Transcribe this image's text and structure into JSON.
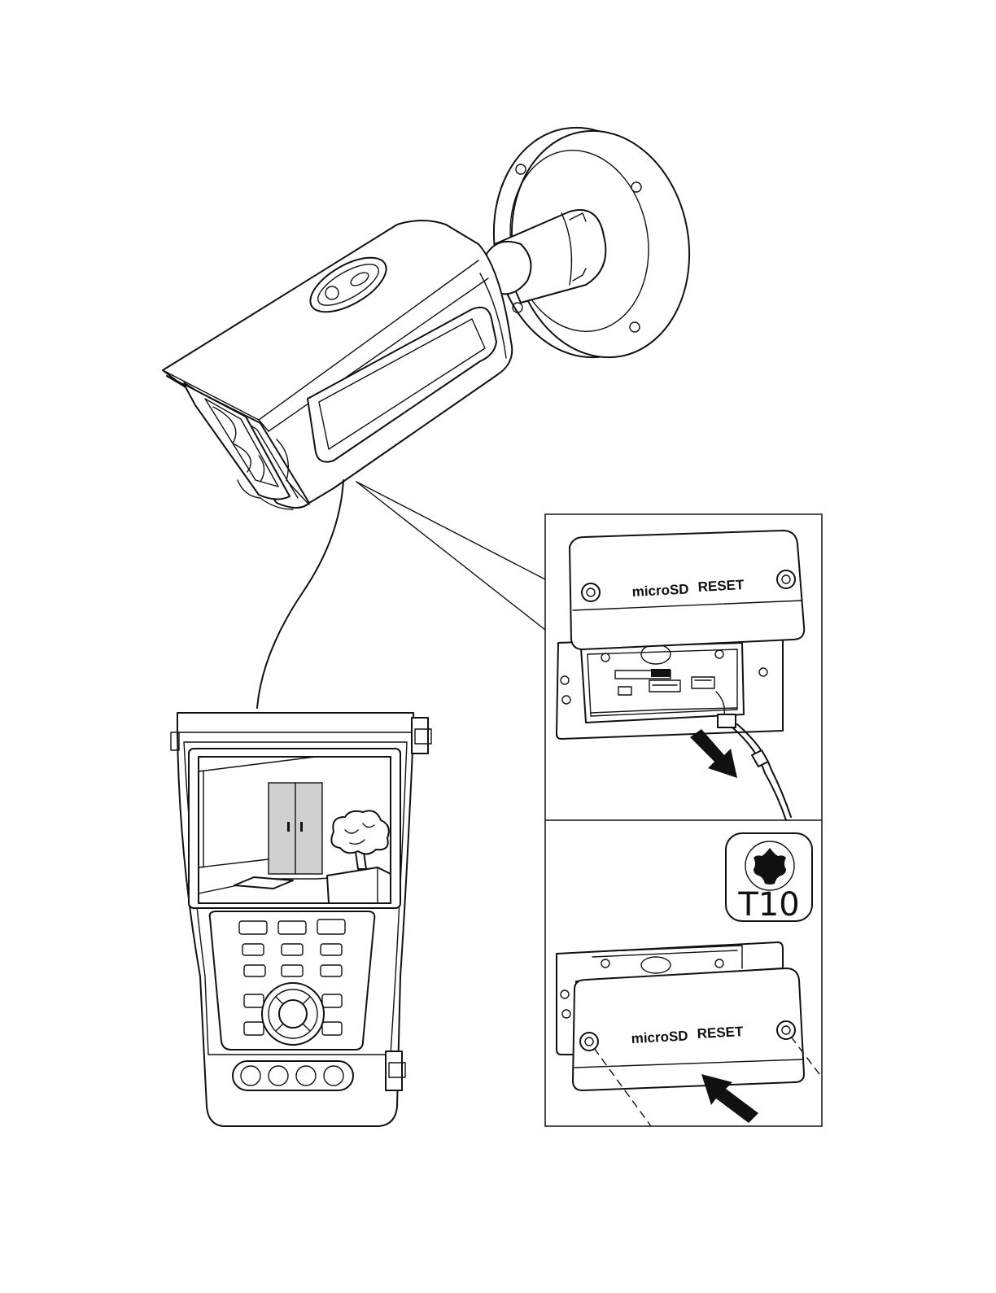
{
  "cover_labels": {
    "microsd": "microSD",
    "reset": "RESET"
  },
  "tool": {
    "bit_label": "T10",
    "icon": "torx-icon"
  },
  "colors": {
    "line": "#111111",
    "door_fill": "#d0d0d0",
    "background": "#ffffff"
  }
}
